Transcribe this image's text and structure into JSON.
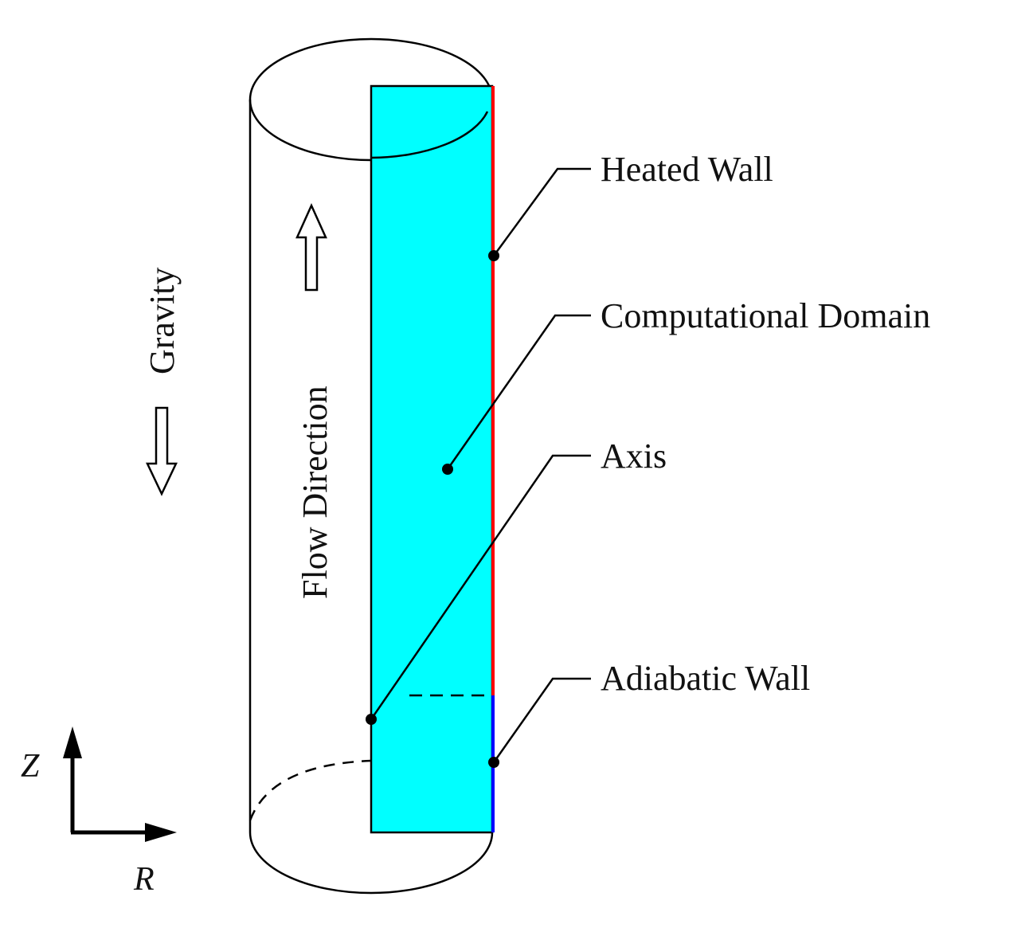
{
  "labels": {
    "heated_wall": "Heated Wall",
    "computational_domain": "Computational Domain",
    "axis": "Axis",
    "adiabatic_wall": "Adiabatic Wall",
    "gravity": "Gravity",
    "flow_direction": "Flow Direction",
    "z_axis": "Z",
    "r_axis": "R"
  },
  "colors": {
    "domain_fill": "#00ffff",
    "heated_wall": "#ff0000",
    "adiabatic_wall": "#0000ff",
    "outline": "#000000"
  }
}
